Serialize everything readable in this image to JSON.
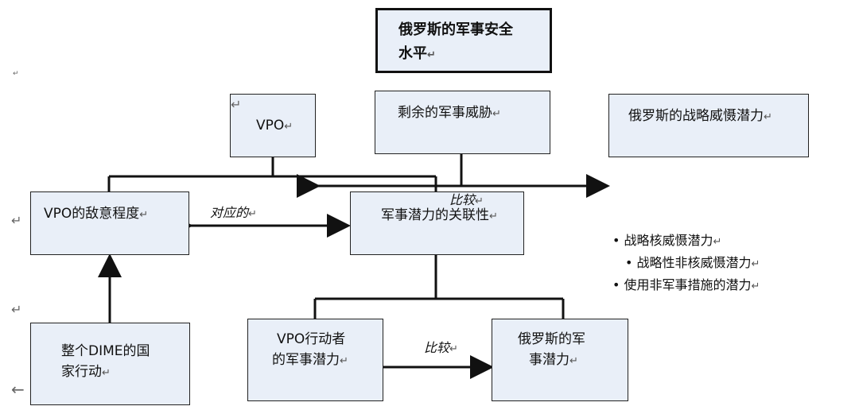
{
  "title": {
    "line1": "俄罗斯的军事安全",
    "line2": "水平"
  },
  "nodes": {
    "vpo": "VPO",
    "residual_threat": "剩余的军事威胁",
    "russia_deterrence": "俄罗斯的战略威慑潜力",
    "vpo_hostility": "VPO的敌意程度",
    "mil_relevance": "军事潜力的关联性",
    "dime_action": {
      "line1": "整个DIME的国",
      "line2": "家行动"
    },
    "vpo_actor_potential": {
      "line1": "VPO行动者",
      "line2": "的军事潜力"
    },
    "russia_mil_potential": {
      "line1": "俄罗斯的军",
      "line2": "事潜力"
    }
  },
  "edge_labels": {
    "corresponding": "对应的",
    "compare_top": "比较",
    "compare_bottom": "比较"
  },
  "notes": [
    "战略核威慑潜力",
    "战略性非核威慑潜力",
    "使用非军事措施的潜力"
  ],
  "marks": {
    "return": "↵",
    "arrow_left": "←",
    "small": "↵"
  }
}
